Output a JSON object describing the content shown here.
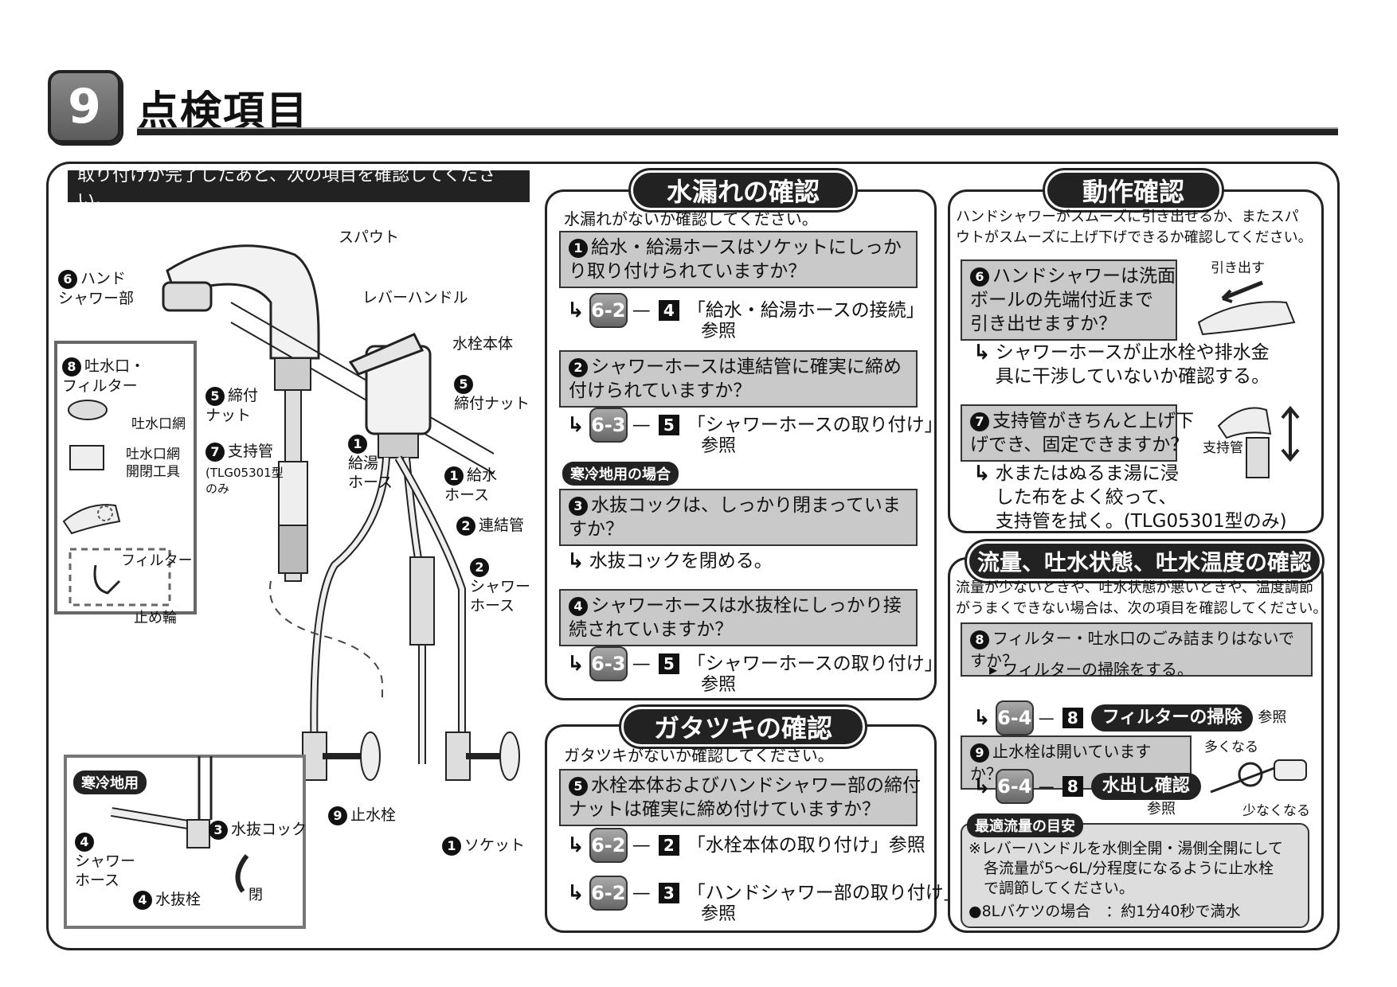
{
  "header": {
    "section_number": "9",
    "title": "点検項目"
  },
  "intro": "取り付けが完了したあと、次の項目を確認してください。",
  "diagram": {
    "spout": "スパウト",
    "hand_shower_num": "6",
    "hand_shower": "ハンド\nシャワー部",
    "lever": "レバーハンドル",
    "faucet_body": "水栓本体",
    "nut_right_num": "5",
    "nut_right": "締付ナット",
    "nut_left_num": "5",
    "nut_left": "締付\nナット",
    "support_num": "7",
    "support": "支持管",
    "support_note": "(TLG05301型\nのみ",
    "hot_num": "1",
    "hot": "給湯\nホース",
    "cold_num": "1",
    "cold": "給水\nホース",
    "joint_num": "2",
    "joint": "連結管",
    "shower_hose_num": "2",
    "shower_hose": "シャワー\nホース",
    "stop_valve_num": "9",
    "stop_valve": "止水栓",
    "socket_num": "1",
    "socket": "ソケット",
    "outlet_num": "8",
    "outlet": "吐水口・\nフィルター",
    "outlet_net": "吐水口網",
    "net_tool": "吐水口網\n開閉工具",
    "filter": "フィルター",
    "ring": "止め輪",
    "cold_region_tag": "寒冷地用",
    "drain_cock_num": "3",
    "drain_cock": "水抜コック",
    "shower_hose2_num": "4",
    "shower_hose2": "シャワー\nホース",
    "drain_plug_num": "4",
    "drain_plug": "水抜栓",
    "close": "閉"
  },
  "leak": {
    "title": "水漏れの確認",
    "lead": "水漏れがないか確認してください。",
    "items": [
      {
        "num": "1",
        "text": "給水・給湯ホースはソケットにしっか\nり取り付けられていますか？",
        "refs": [
          {
            "badge": "6-2",
            "sq": "4",
            "text": "「給水・給湯ホースの接続」",
            "tail": "参照"
          }
        ]
      },
      {
        "num": "2",
        "text": "シャワーホースは連結管に確実に締め\n付けられていますか？",
        "refs": [
          {
            "badge": "6-3",
            "sq": "5",
            "text": "「シャワーホースの取り付け」",
            "tail": "参照"
          }
        ]
      }
    ],
    "cold_tag": "寒冷地用の場合",
    "item3": {
      "num": "3",
      "text": "水抜コックは、しっかり閉まっていま\nすか？",
      "action": "水抜コックを閉める。"
    },
    "item4": {
      "num": "4",
      "text": "シャワーホースは水抜栓にしっかり接\n続されていますか？",
      "ref": {
        "badge": "6-3",
        "sq": "5",
        "text": "「シャワーホースの取り付け」",
        "tail": "参照"
      }
    }
  },
  "rattle": {
    "title": "ガタツキの確認",
    "lead": "ガタツキがないか確認してください。",
    "item": {
      "num": "5",
      "text": "水栓本体およびハンドシャワー部の締付\nナットは確実に締め付けていますか？"
    },
    "refs": [
      {
        "badge": "6-2",
        "sq": "2",
        "text": "「水栓本体の取り付け」参照"
      },
      {
        "badge": "6-2",
        "sq": "3",
        "text": "「ハンドシャワー部の取り付け」",
        "tail": "参照"
      }
    ]
  },
  "operation": {
    "title": "動作確認",
    "lead": "ハンドシャワーがスムーズに引き出せるか、またスパ\nウトがスムーズに上げ下げできるか確認してください。",
    "item6": {
      "num": "6",
      "text": "ハンドシャワーは洗面\nボールの先端付近まで\n引き出せますか？",
      "pull": "引き出す",
      "action": "シャワーホースが止水栓や排水金\n具に干渉していないか確認する。"
    },
    "item7": {
      "num": "7",
      "text": "支持管がきちんと上げ下\nげでき、固定できますか？",
      "label": "支持管",
      "action": "水またはぬるま湯に浸\nした布をよく絞って、\n支持管を拭く。(TLG05301型のみ)"
    }
  },
  "flow": {
    "title": "流量、吐水状態、吐水温度の確認",
    "lead": "流量が少ないときや、吐水状態が悪いときや、温度調節\nがうまくできない場合は、次の項目を確認してください。",
    "item8": {
      "num": "8",
      "text": "フィルター・吐水口のごみ詰まりはないですか？",
      "action": "フィルターの掃除をする。",
      "ref": {
        "badge": "6-4",
        "sq": "8",
        "pill": "フィルターの掃除",
        "tail": "参照"
      }
    },
    "item9": {
      "num": "9",
      "text": "止水栓は開いていますか？",
      "more": "多くなる",
      "less": "少なくなる",
      "ref": {
        "badge": "6-4",
        "sq": "8",
        "pill": "水出し確認",
        "tail": "参照"
      }
    },
    "optimal_tag": "最適流量の目安",
    "optimal_note": "※レバーハンドルを水側全開・湯側全開にして\n　各流量が5～6L/分程度になるように止水栓\n　で調節してください。",
    "optimal_bucket": "●8Lバケツの場合　：約1分40秒で満水"
  }
}
